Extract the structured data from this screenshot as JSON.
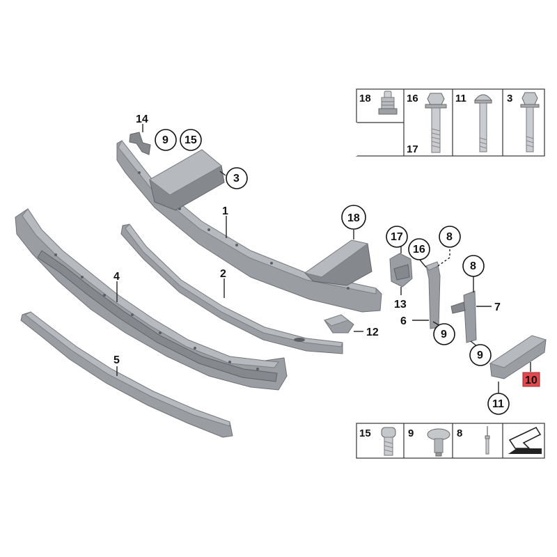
{
  "callouts": {
    "c1": "1",
    "c2": "2",
    "c3": "3",
    "c4": "4",
    "c5": "5",
    "c6": "6",
    "c7": "7",
    "c8a": "8",
    "c8b": "8",
    "c9a": "9",
    "c9b": "9",
    "c9c": "9",
    "c10": "10",
    "c11": "11",
    "c12": "12",
    "c13": "13",
    "c14": "14",
    "c15": "15",
    "c16": "16",
    "c17": "17",
    "c18": "18"
  },
  "legend_top": {
    "cells": [
      "18",
      "16",
      "11",
      "3"
    ],
    "extra": "17"
  },
  "legend_bottom": {
    "cells": [
      "15",
      "9",
      "8"
    ]
  },
  "colors": {
    "highlight": "#e0494d",
    "part": "#9a9ea3"
  },
  "icons": [
    "arrow-direction-icon"
  ]
}
